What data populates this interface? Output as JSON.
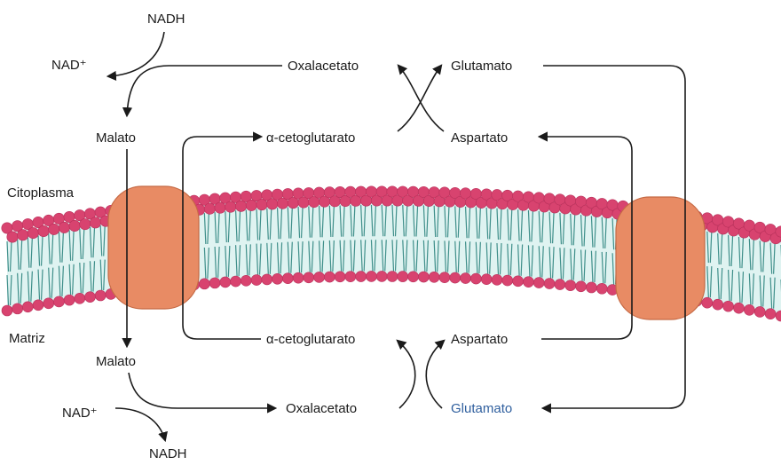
{
  "labels": {
    "nadh_top": "NADH",
    "nad_top": "NAD⁺",
    "oxalacetato_top": "Oxalacetato",
    "glutamato_top": "Glutamato",
    "malato_top": "Malato",
    "alpha_ceto_top": "α-cetoglutarato",
    "aspartato_top": "Aspartato",
    "citoplasma": "Citoplasma",
    "matriz": "Matriz",
    "alpha_ceto_bottom": "α-cetoglutarato",
    "aspartato_bottom": "Aspartato",
    "malato_bottom": "Malato",
    "nad_bottom": "NAD⁺",
    "oxalacetato_bottom": "Oxalacetato",
    "glutamato_bottom": "Glutamato",
    "nadh_bottom": "NADH"
  },
  "colors": {
    "lipid_head": "#d8436f",
    "lipid_tail": "#3f8f8a",
    "membrane_core": "#dff3f1",
    "transporter": "#e88b64",
    "glutamato_bottom_text": "#2f5f9e"
  }
}
